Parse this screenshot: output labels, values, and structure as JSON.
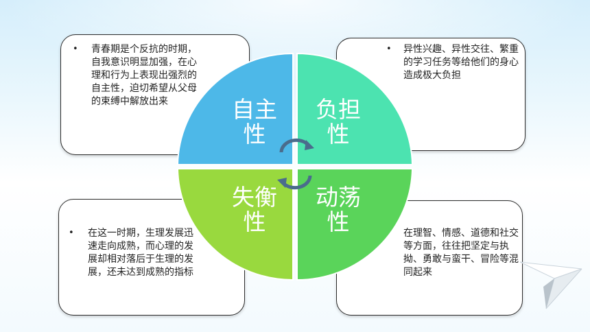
{
  "quadrants": [
    {
      "label_line1": "自主",
      "label_line2": "性",
      "color": "#4db8e8"
    },
    {
      "label_line1": "负担",
      "label_line2": "性",
      "color": "#4ce3b0"
    },
    {
      "label_line1": "失衡",
      "label_line2": "性",
      "color": "#99d93e"
    },
    {
      "label_line1": "动荡",
      "label_line2": "性",
      "color": "#5ad45a"
    }
  ],
  "boxes": {
    "top_left": {
      "bullet": "•",
      "text": "青春期是个反抗的时期，自我意识明显加强，在心理和行为上表现出强烈的自主性，迫切希望从父母的束缚中解放出来"
    },
    "top_right": {
      "bullet": "•",
      "text": "异性兴趣、异性交往、繁重的学习任务等给他们的身心造成极大负担"
    },
    "bottom_left": {
      "bullet": "•",
      "text": "在这一时期，生理发展迅速走向成熟，而心理的发展却相对落后于生理的发展，还未达到成熟的指标"
    },
    "bottom_right": {
      "text": "在理智、情感、道德和社交等方面，往往把坚定与执拗、勇敢与蛮干、冒险等混同起来"
    }
  },
  "colors": {
    "circle_border": "#ffffff",
    "arrow": "#4a6c8c",
    "box_border": "#2b2b2b"
  }
}
